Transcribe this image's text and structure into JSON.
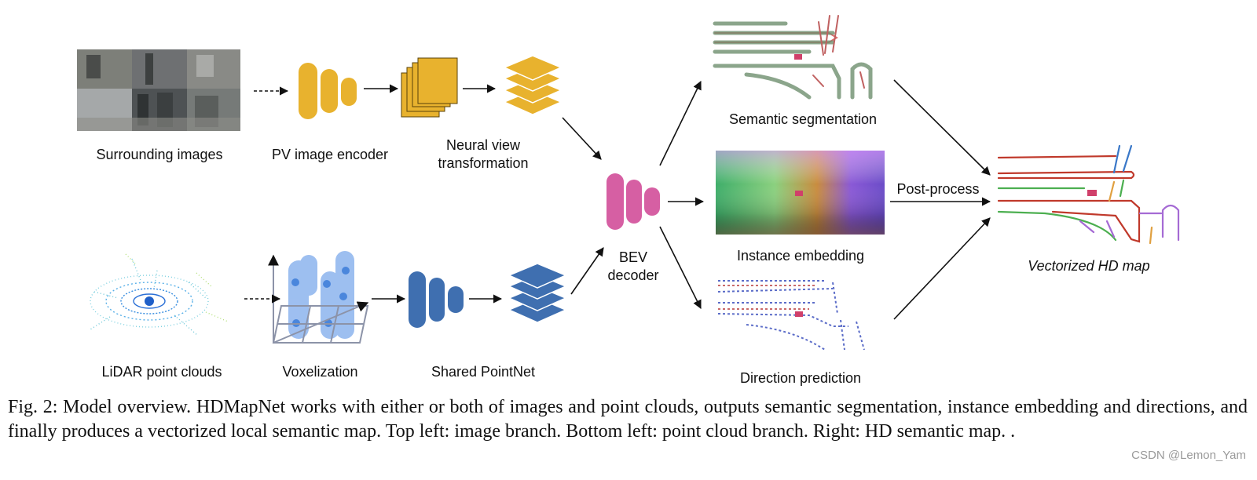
{
  "figure": {
    "labels": {
      "surrounding_images": "Surrounding images",
      "pv_image_encoder": "PV image encoder",
      "neural_view_transformation": "Neural view transformation",
      "lidar_point_clouds": "LiDAR point clouds",
      "voxelization": "Voxelization",
      "shared_pointnet": "Shared PointNet",
      "bev_decoder": "BEV decoder",
      "semantic_segmentation": "Semantic segmentation",
      "instance_embedding": "Instance embedding",
      "direction_prediction": "Direction prediction",
      "post_process": "Post-process",
      "vectorized_hd_map": "Vectorized HD map"
    },
    "colors": {
      "image_branch": "#E8B22E",
      "lidar_branch": "#3F6FB0",
      "voxel": "#8DB4EE",
      "bev_decoder": "#D65FA3",
      "arrow": "#111111"
    }
  },
  "caption": "Fig. 2: Model overview. HDMapNet works with either or both of images and point clouds, outputs semantic segmentation, instance embedding and directions, and finally produces a vectorized local semantic map. Top left: image branch. Bottom left: point cloud branch. Right: HD semantic map. .",
  "watermark": "CSDN @Lemon_Yam"
}
